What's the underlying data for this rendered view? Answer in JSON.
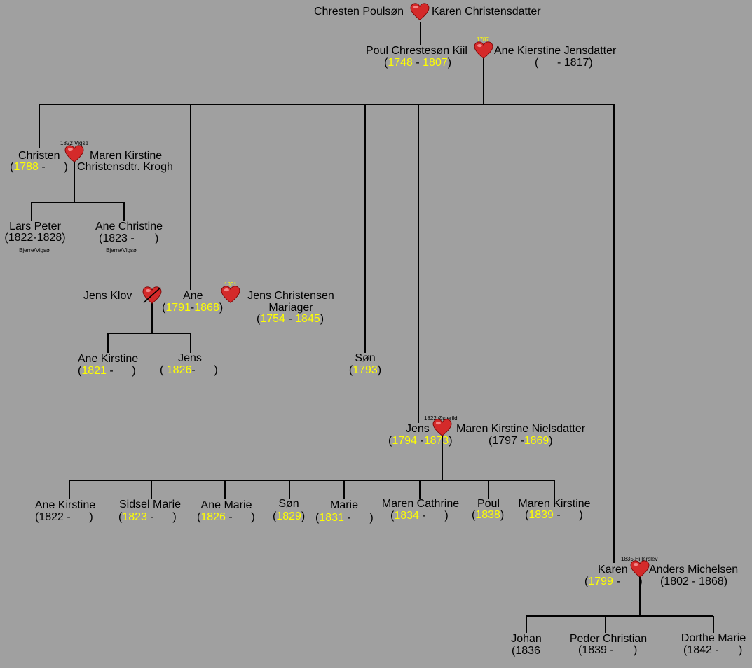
{
  "colors": {
    "background": "#a0a0a0",
    "line": "#000000",
    "year": "#ffff00",
    "heart": "#d42a2a"
  },
  "gen0": {
    "husband": "Chresten Poulsøn",
    "wife": "Karen Christensdatter"
  },
  "gen1": {
    "husband": "Poul Chrestesøn Kiil",
    "husband_birth": "1748",
    "husband_death": "1807",
    "marriage_year": "1787",
    "wife": "Ane Kierstine Jensdatter",
    "wife_death": "- 1817)"
  },
  "christen": {
    "name": "Christen",
    "birth": "1788",
    "marriage": "1822 Vigsø",
    "spouse_line1": "Maren Kirstine",
    "spouse_line2": "Christensdtr. Krogh"
  },
  "lars": {
    "name": "Lars Peter",
    "dates": "(1822-1828)",
    "place": "Bjerre/Vigsø"
  },
  "anechr": {
    "name": "Ane Christine",
    "dates": "(1823 -",
    "close": ")",
    "place": "Bjerre/Vigsø"
  },
  "ane": {
    "name": "Ane",
    "birth": "1791",
    "death": "1868",
    "first_spouse": "Jens Klov",
    "marriage_year": "1831",
    "spouse_line1": "Jens Christensen",
    "spouse_line2": "Mariager",
    "spouse_birth": "1754",
    "spouse_death": "1845"
  },
  "ane_kids": [
    {
      "name": "Ane Kirstine",
      "birth": "1821"
    },
    {
      "name": "Jens",
      "birth": "1826"
    }
  ],
  "son": {
    "name": "Søn",
    "birth": "1793"
  },
  "jens": {
    "name": "Jens",
    "birth": "1794",
    "death": "1873",
    "marriage": "1822 Østerild",
    "spouse": "Maren Kirstine Nielsdatter",
    "spouse_birth": "(1797 -",
    "spouse_death": "1869"
  },
  "jens_kids": [
    {
      "name": "Ane Kirstine",
      "plain": "(1822 -"
    },
    {
      "name": "Sidsel Marie",
      "birth": "1823"
    },
    {
      "name": "Ane Marie",
      "birth": "1826"
    },
    {
      "name": "Søn",
      "birth": "1829"
    },
    {
      "name": "Marie",
      "birth": "1831"
    },
    {
      "name": "Maren Cathrine",
      "birth": "1834"
    },
    {
      "name": "Poul",
      "birth": "1838"
    },
    {
      "name": "Maren Kirstine",
      "birth": "1839"
    }
  ],
  "karen": {
    "name": "Karen",
    "birth": "1799",
    "marriage": "1835 Hillerslev",
    "spouse": "Anders Michelsen",
    "spouse_dates": "(1802 - 1868)"
  },
  "karen_kids": [
    {
      "name": "Johan",
      "dates": "(1836"
    },
    {
      "name": "Peder Christian",
      "dates": "(1839 -",
      "close": ")"
    },
    {
      "name": "Dorthe Marie",
      "dates": "(1842 -",
      "close": ")"
    }
  ],
  "dash": "-",
  "open": "(",
  "close": ")"
}
